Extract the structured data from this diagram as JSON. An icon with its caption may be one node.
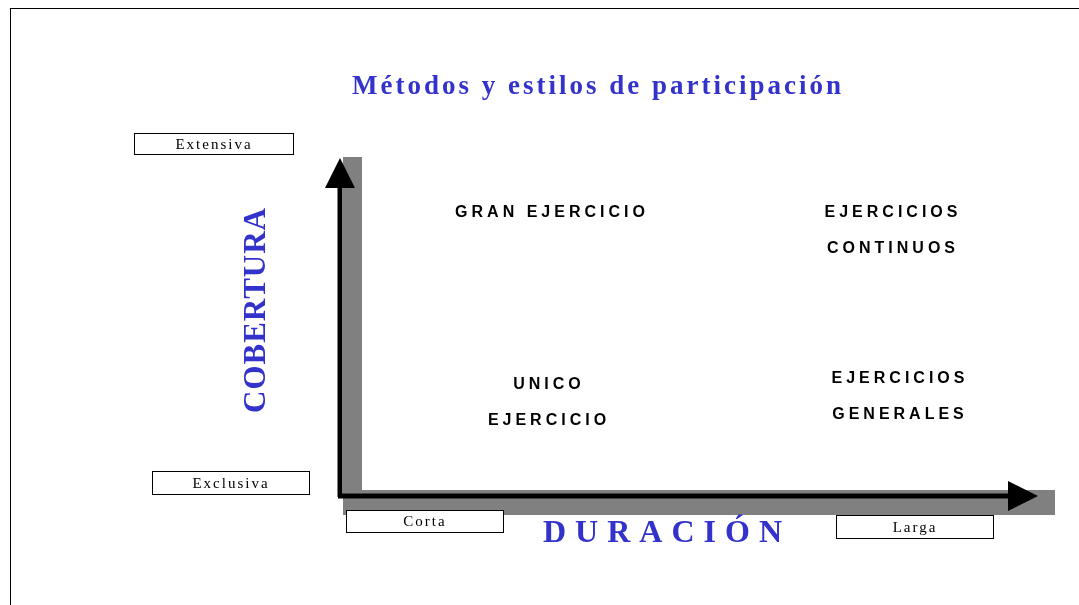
{
  "diagram": {
    "title": "Métodos y estilos de participación",
    "nodes": [
      {
        "text": [
          "Extensiva"
        ]
      },
      {
        "text": [
          "Exclusiva"
        ]
      },
      {
        "text": [
          "Corta"
        ]
      },
      {
        "text": [
          "Larga"
        ]
      }
    ],
    "labels": [
      "GRAN EJERCICIO",
      "EJERCICIOS CONTINUOS",
      "COBERTURA",
      "UNICO EJERCICIO",
      "EJERCICIOS GENERALES",
      "DURACIÓN"
    ]
  }
}
